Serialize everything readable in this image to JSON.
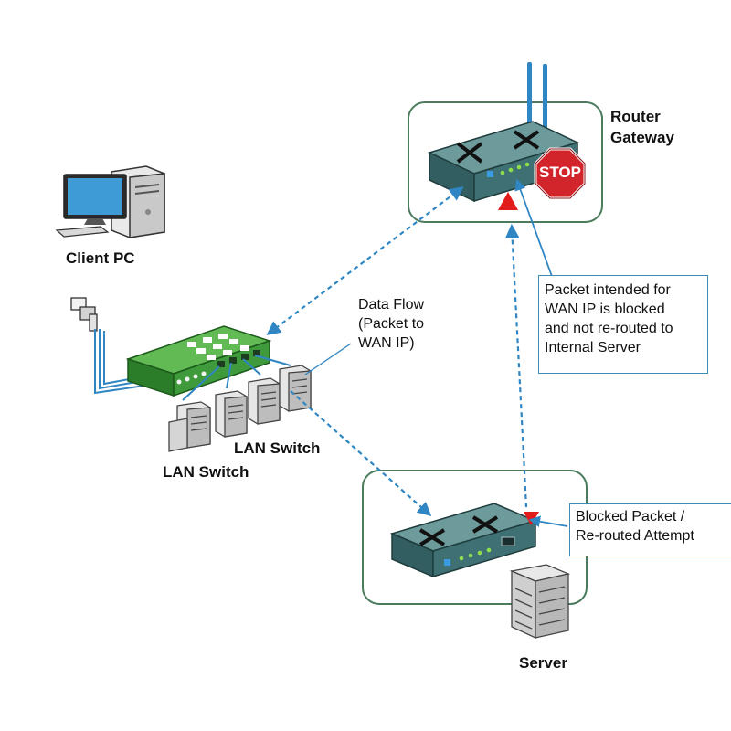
{
  "labels": {
    "router": "Router\nGateway",
    "client_pc": "Client PC",
    "data_flow": "Data Flow\n(Packet to\nWAN IP)",
    "lan_switch_1": "LAN Switch",
    "lan_switch_2": "LAN Switch",
    "server": "Server",
    "stop_sign": "STOP"
  },
  "callouts": {
    "blocked_info": "Packet intended for\nWAN IP is blocked\nand not re-routed to\nInternal Server",
    "reroute": "Blocked Packet /\nRe-routed Attempt"
  },
  "icons": [
    "router-icon",
    "stop-sign-icon",
    "client-pc-icon",
    "network-switch-icon",
    "server-cluster-icon",
    "ethernet-plug-icon",
    "internal-router-icon",
    "server-rack-icon"
  ],
  "colors": {
    "flow_arrow": "#2f86c3",
    "enclosure": "#4b7b5d",
    "router_body": "#3f7073",
    "switch_body": "#3f9a3c",
    "stop": "#d2252b",
    "block_marker": "#e21b1b"
  }
}
